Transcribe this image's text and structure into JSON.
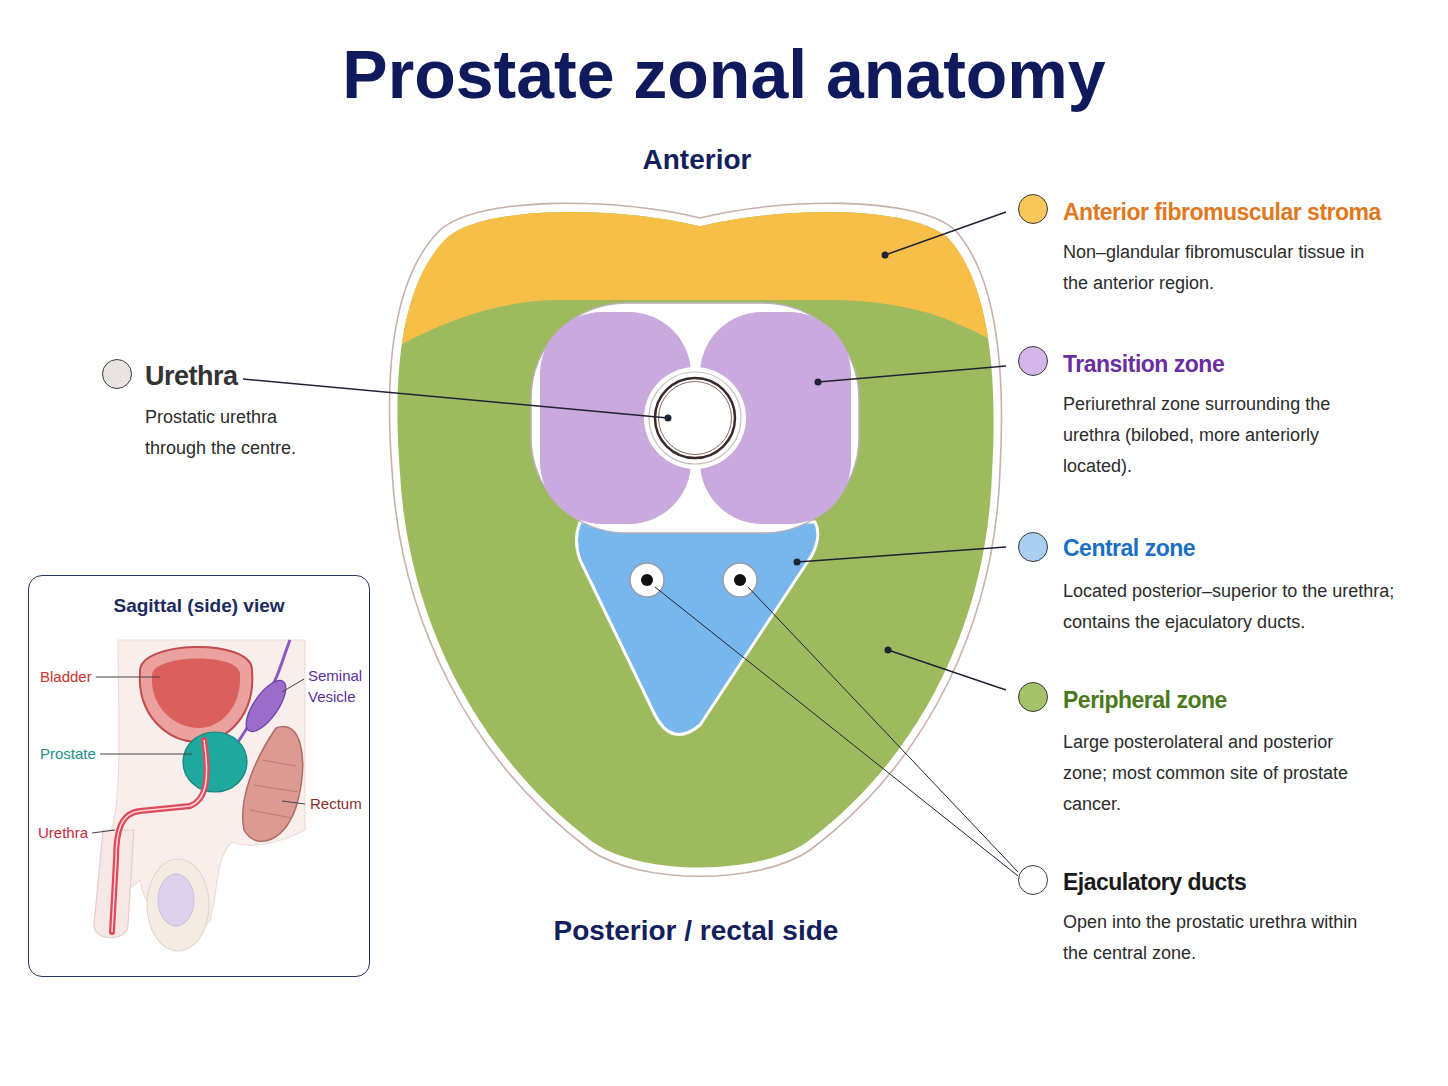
{
  "diagram": {
    "title": "Prostate zonal anatomy",
    "nodes": [
      {
        "text": [
          "Sagittal (side) view"
        ]
      }
    ],
    "labels": [
      "Anterior",
      "Non–glandular fibromuscular tissue in the anterior region.",
      "Prostatic urethra through the centre.",
      "Periurethral zone surrounding the urethra (bilobed, more anteriorly located).",
      "Located posterior–superior to the urethra; contains the ejaculatory ducts.",
      "Bladder",
      "Seminal Vesicle",
      "Prostate",
      "Large posterolateral and posterior zone; most common site of prostate cancer.",
      "Rectum",
      "Urethra",
      "Posterior / rectal side",
      "Open into the prostatic urethra within the central zone."
    ],
    "legend": [
      {
        "text": "Anterior fibromuscular stroma",
        "color": "#f9c659"
      },
      {
        "text": "Urethra",
        "color": "#e9e4e1"
      },
      {
        "text": "Transition zone",
        "color": "#d4b6ea"
      },
      {
        "text": "Central zone",
        "color": "#a9cff3"
      },
      {
        "text": "Peripheral zone",
        "color": "#a3c26a"
      },
      {
        "text": "Ejaculatory ducts",
        "color": "#ffffff"
      }
    ]
  }
}
